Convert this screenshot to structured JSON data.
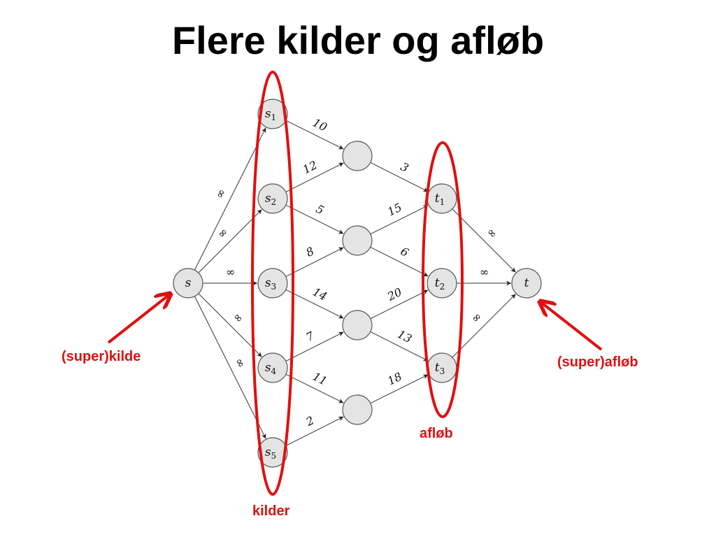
{
  "title": "Flere kilder og afløb",
  "annotations": {
    "super_source": "(super)kilde",
    "super_sink": "(super)afløb",
    "sources": "kilder",
    "sinks": "afløb"
  },
  "colors": {
    "accent": "#e01010",
    "node_fill": "#e4e4e4"
  },
  "nodes": [
    {
      "id": "s",
      "label": "s",
      "sub": ""
    },
    {
      "id": "s1",
      "label": "s",
      "sub": "1"
    },
    {
      "id": "s2",
      "label": "s",
      "sub": "2"
    },
    {
      "id": "s3",
      "label": "s",
      "sub": "3"
    },
    {
      "id": "s4",
      "label": "s",
      "sub": "4"
    },
    {
      "id": "s5",
      "label": "s",
      "sub": "5"
    },
    {
      "id": "m1",
      "label": "",
      "sub": ""
    },
    {
      "id": "m2",
      "label": "",
      "sub": ""
    },
    {
      "id": "m3",
      "label": "",
      "sub": ""
    },
    {
      "id": "m4",
      "label": "",
      "sub": ""
    },
    {
      "id": "t1",
      "label": "t",
      "sub": "1"
    },
    {
      "id": "t2",
      "label": "t",
      "sub": "2"
    },
    {
      "id": "t3",
      "label": "t",
      "sub": "3"
    },
    {
      "id": "t",
      "label": "t",
      "sub": ""
    }
  ],
  "edges": [
    {
      "from": "s",
      "to": "s1",
      "capacity": "∞"
    },
    {
      "from": "s",
      "to": "s2",
      "capacity": "∞"
    },
    {
      "from": "s",
      "to": "s3",
      "capacity": "∞"
    },
    {
      "from": "s",
      "to": "s4",
      "capacity": "∞"
    },
    {
      "from": "s",
      "to": "s5",
      "capacity": "∞"
    },
    {
      "from": "s1",
      "to": "m1",
      "capacity": "10"
    },
    {
      "from": "s2",
      "to": "m1",
      "capacity": "12"
    },
    {
      "from": "s2",
      "to": "m2",
      "capacity": "5"
    },
    {
      "from": "s3",
      "to": "m2",
      "capacity": "8"
    },
    {
      "from": "s3",
      "to": "m3",
      "capacity": "14"
    },
    {
      "from": "s4",
      "to": "m3",
      "capacity": "7"
    },
    {
      "from": "s4",
      "to": "m4",
      "capacity": "11"
    },
    {
      "from": "s5",
      "to": "m4",
      "capacity": "2"
    },
    {
      "from": "m1",
      "to": "t1",
      "capacity": "3"
    },
    {
      "from": "m2",
      "to": "t1",
      "capacity": "15"
    },
    {
      "from": "m2",
      "to": "t2",
      "capacity": "6"
    },
    {
      "from": "m3",
      "to": "t2",
      "capacity": "20"
    },
    {
      "from": "m3",
      "to": "t3",
      "capacity": "13"
    },
    {
      "from": "m4",
      "to": "t3",
      "capacity": "18"
    },
    {
      "from": "t1",
      "to": "t",
      "capacity": "∞"
    },
    {
      "from": "t2",
      "to": "t",
      "capacity": "∞"
    },
    {
      "from": "t3",
      "to": "t",
      "capacity": "∞"
    }
  ]
}
